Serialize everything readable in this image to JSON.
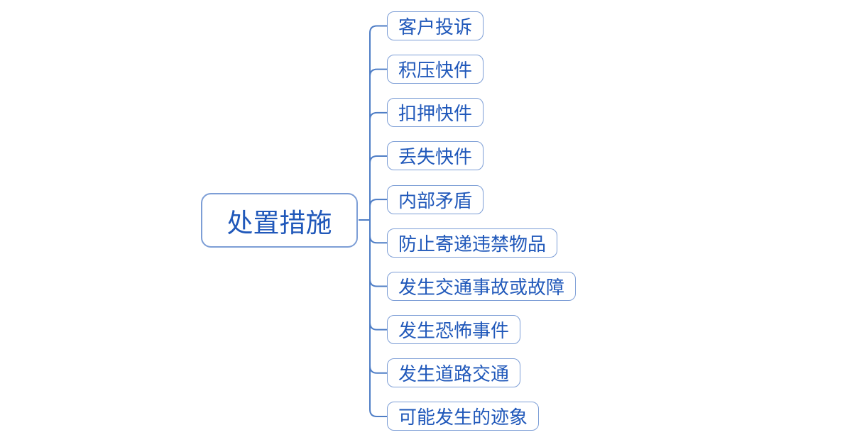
{
  "diagram": {
    "type": "mindmap",
    "root": {
      "label": "处置措施"
    },
    "children": [
      {
        "label": "客户投诉"
      },
      {
        "label": "积压快件"
      },
      {
        "label": "扣押快件"
      },
      {
        "label": "丢失快件"
      },
      {
        "label": "内部矛盾"
      },
      {
        "label": "防止寄递违禁物品"
      },
      {
        "label": "发生交通事故或故障"
      },
      {
        "label": "发生恐怖事件"
      },
      {
        "label": "发生道路交通"
      },
      {
        "label": "可能发生的迹象"
      }
    ],
    "colors": {
      "background": "#ffffff",
      "node_border": "#7d9ed6",
      "node_text": "#2058ba",
      "connector": "#4f7ec6"
    }
  }
}
